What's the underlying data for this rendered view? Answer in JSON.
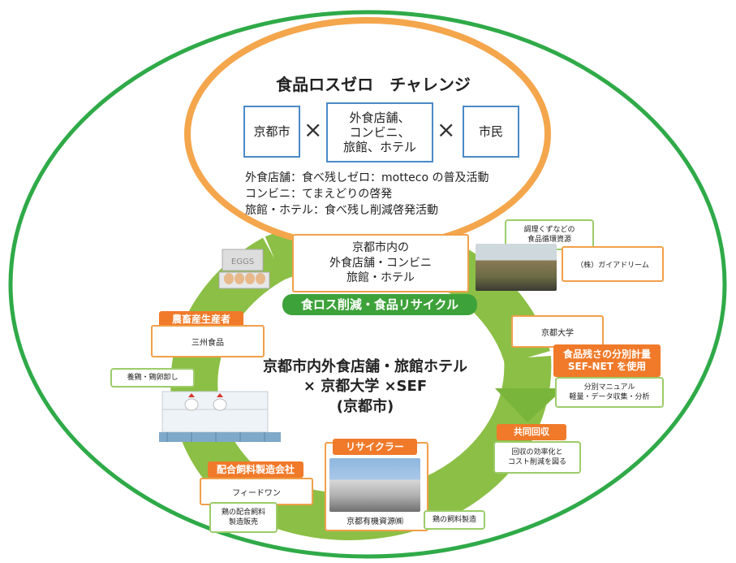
{
  "challenge": {
    "title": "食品ロスゼロ　チャレンジ",
    "box_kyoto": "京都市",
    "box_business": "外食店舗、\nコンビニ、\n旅館、ホテル",
    "box_citizen": "市民",
    "times_symbol": "×",
    "line1": "外食店舗：食べ残しゼロ：motteco の普及活動",
    "line2": "コンビニ：てまえどりの啓発",
    "line3": "旅館・ホテル：食べ残し削減啓発活動"
  },
  "cycle": {
    "top_box": "京都市内の\n外食店舗・コンビニ\n旅館・ホテル",
    "banner": "食ロス削減・食品リサイクル",
    "center": "京都市内外食店舗・旅館ホテル\n× 京都大学 ×SEF\n(京都市)"
  },
  "gaia": {
    "resource": "調理くずなどの\n食品循環資源",
    "company": "（株）ガイアドリーム"
  },
  "university": {
    "name": "京都大学",
    "tag": "食品残さの分別計量\nSEF-NET を使用",
    "desc": "分別マニュアル\n軽量・データ収集・分析"
  },
  "joint": {
    "tag": "共同回収",
    "desc": "回収の効率化と\nコスト削減を図る"
  },
  "recycler": {
    "tag": "リサイクラー",
    "company": "京都有機資源㈱",
    "desc": "鶏の飼料製造"
  },
  "feed": {
    "tag": "配合飼料製造会社",
    "company": "フィードワン",
    "desc": "鶏の配合飼料\n製造販売"
  },
  "farmer": {
    "tag": "農畜産生産者",
    "company": "三州食品",
    "desc": "養鶏・鶏卵卸し"
  },
  "egg_label": "EGGS",
  "colors": {
    "orange": "#f0a04a",
    "orange_tag": "#f07a2a",
    "green": "#3ea23a",
    "light_green": "#9ccc6a",
    "blue": "#4a8ac6"
  }
}
